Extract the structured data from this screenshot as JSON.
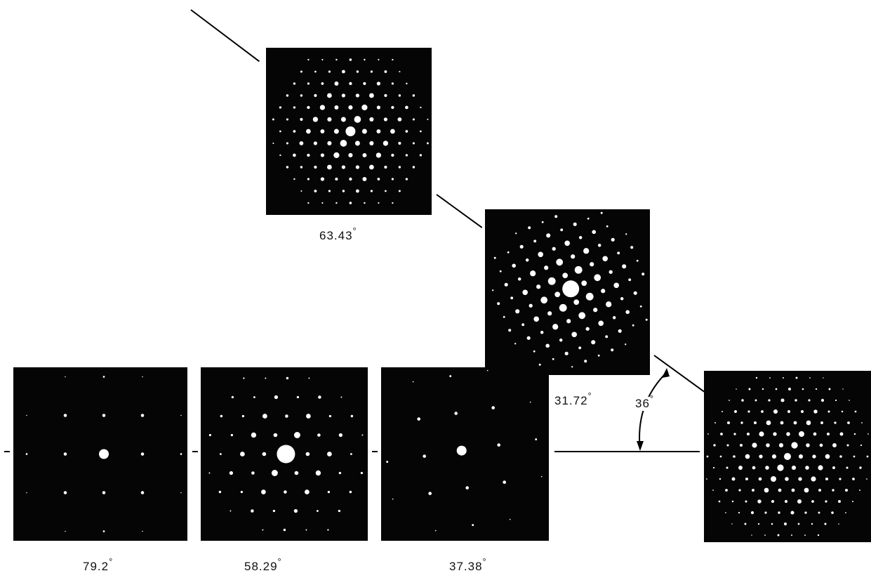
{
  "panels": [
    {
      "id": "pattern-63",
      "label": "63.43",
      "unit": "°"
    },
    {
      "id": "pattern-31",
      "label": "31.72",
      "unit": "°"
    },
    {
      "id": "pattern-79",
      "label": "79.2",
      "unit": "°"
    },
    {
      "id": "pattern-58",
      "label": "58.29",
      "unit": "°"
    },
    {
      "id": "pattern-37",
      "label": "37.38",
      "unit": "°"
    },
    {
      "id": "pattern-0",
      "label": "",
      "unit": ""
    }
  ],
  "rotation_marker": {
    "label": "36",
    "unit": "°"
  },
  "colors": {
    "background": "#ffffff",
    "pattern_bg": "#050505",
    "spot": "#ffffff",
    "line": "#000000"
  }
}
